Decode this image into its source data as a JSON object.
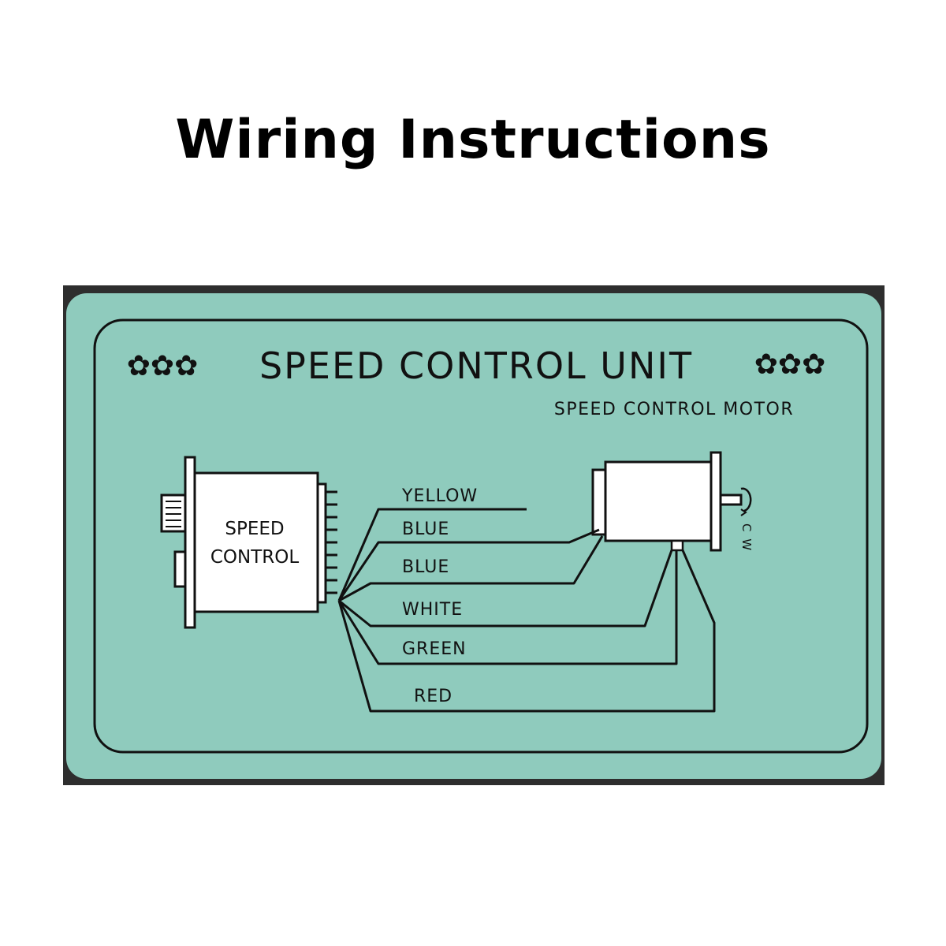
{
  "page": {
    "title": "Wiring Instructions"
  },
  "label": {
    "title": "SPEED CONTROL UNIT",
    "subtitle": "SPEED CONTROL MOTOR",
    "decoration": "✿✿✿",
    "controller_line1": "SPEED",
    "controller_line2": "CONTROL",
    "rotation": "C W",
    "wires": [
      "YELLOW",
      "BLUE",
      "BLUE",
      "WHITE",
      "GREEN",
      "RED"
    ]
  },
  "colors": {
    "plate_background": "#8fcbbd",
    "plate_border": "#2b2b2b",
    "component_fill": "#ffffff",
    "ink": "#111111"
  }
}
